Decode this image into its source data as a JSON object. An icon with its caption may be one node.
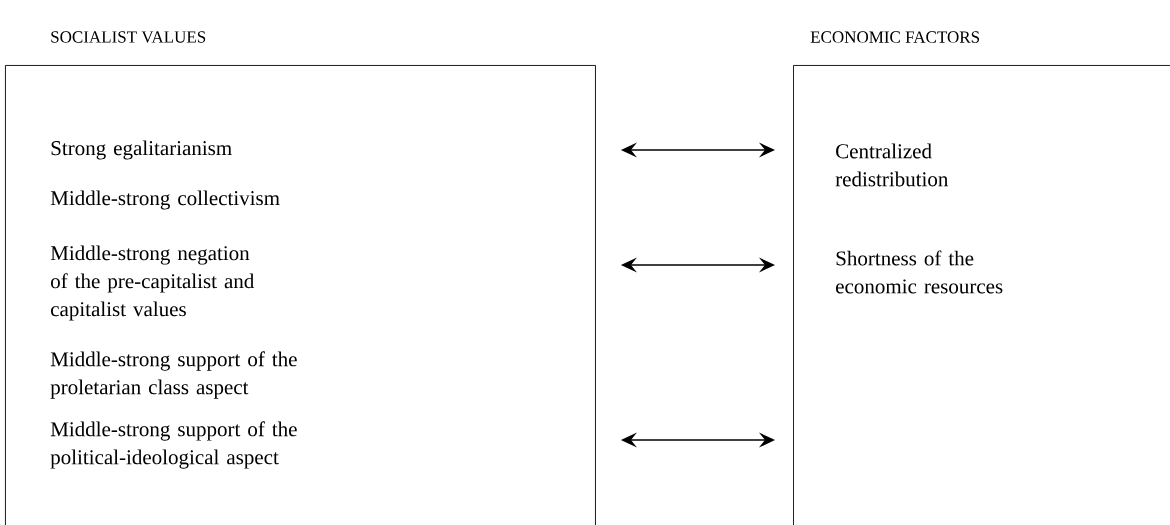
{
  "diagram": {
    "nodes": [
      {
        "text": [
          "SOCIALIST VALUES"
        ]
      },
      {
        "text": [
          "Strong egalitarianism"
        ],
        "in": 0
      },
      {
        "text": [
          "Middle-strong collectivism"
        ],
        "in": 0
      },
      {
        "text": [
          "Middle-strong negation of the pre-capitalist and capitalist values"
        ],
        "in": 0
      },
      {
        "text": [
          "Middle-strong support of the proletarian class aspect"
        ],
        "in": 0
      },
      {
        "text": [
          "Middle-strong support of the political-ideological aspect"
        ],
        "in": 0
      },
      {
        "text": [
          "ECONOMIC FACTORS"
        ]
      },
      {
        "text": [
          "Centralized redistribution"
        ],
        "in": 6
      },
      {
        "text": [
          "Shortness of the economic resources"
        ],
        "in": 6
      }
    ],
    "edges": [
      {
        "from": 0,
        "to": 6,
        "arrow": "both"
      },
      {
        "from": 0,
        "to": 6,
        "arrow": "both"
      },
      {
        "from": 0,
        "to": 6,
        "arrow": "both"
      }
    ]
  }
}
